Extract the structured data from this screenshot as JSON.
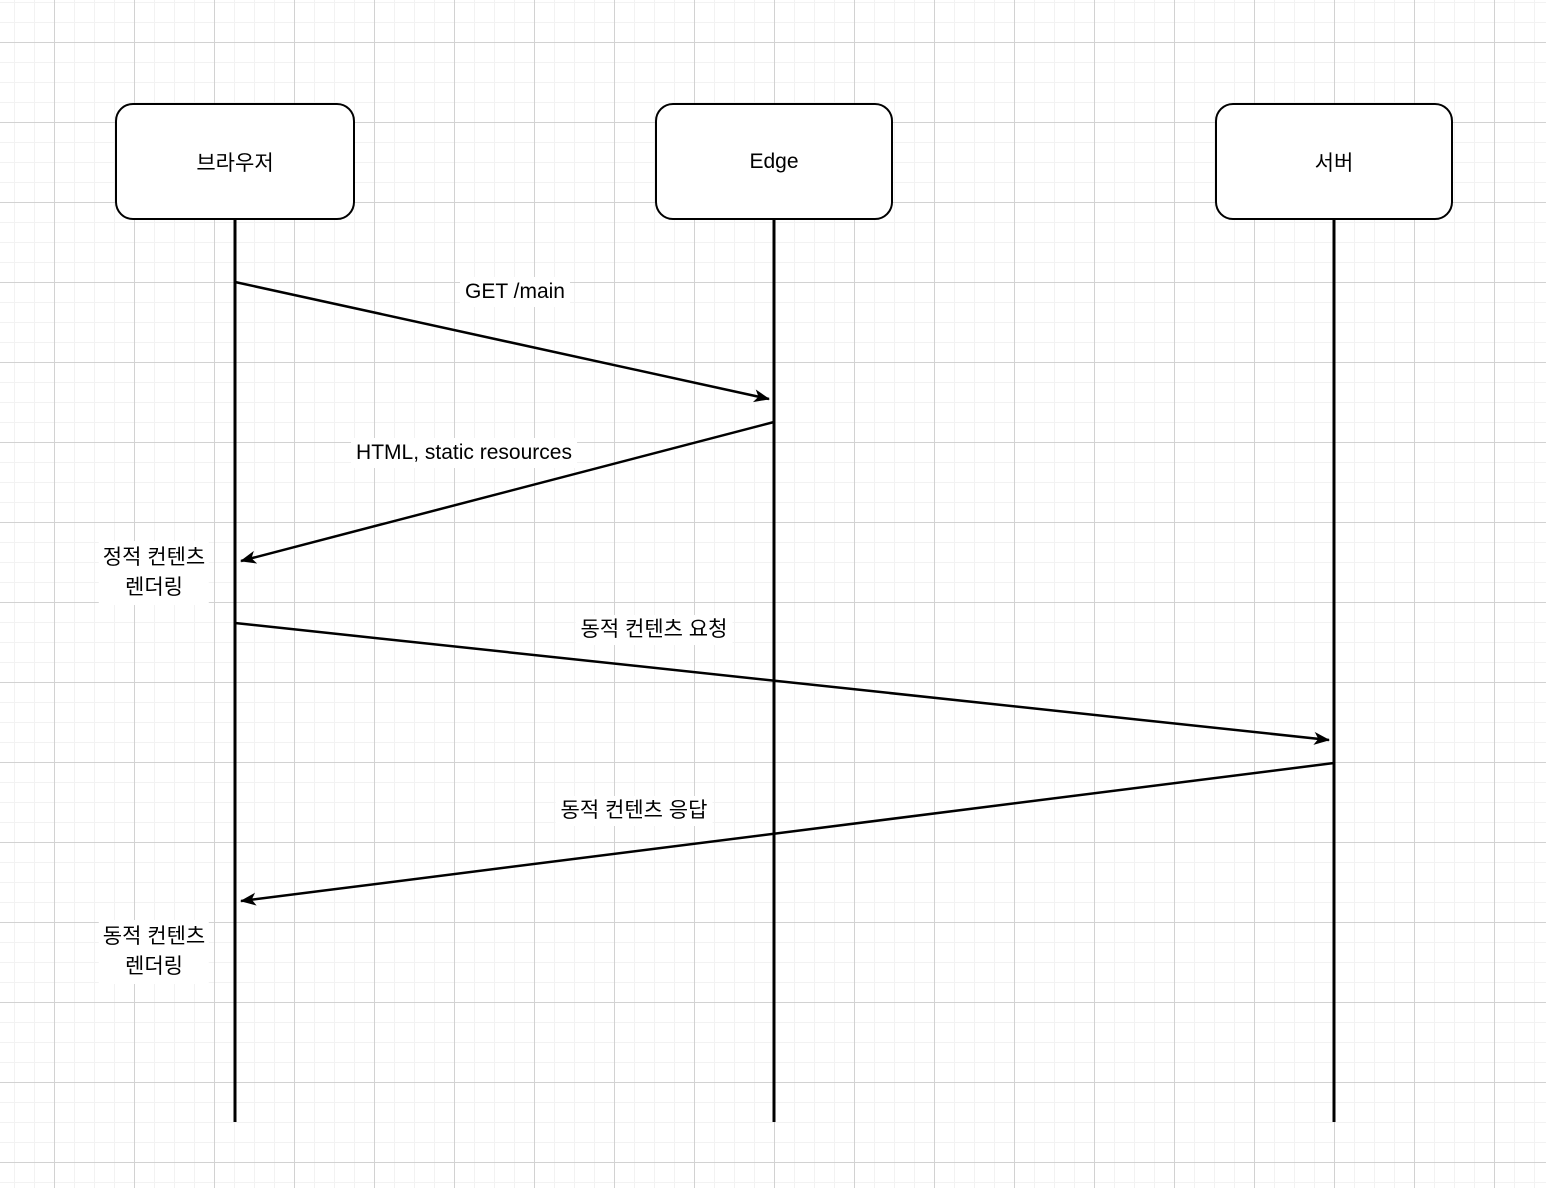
{
  "diagram": {
    "type": "sequence-diagram",
    "actors": [
      {
        "id": "browser",
        "label": "브라우저"
      },
      {
        "id": "edge",
        "label": "Edge"
      },
      {
        "id": "server",
        "label": "서버"
      }
    ],
    "messages": [
      {
        "label": "GET /main",
        "from": "browser",
        "to": "edge"
      },
      {
        "label": "HTML, static resources",
        "from": "edge",
        "to": "browser"
      },
      {
        "label": "동적 컨텐츠 요청",
        "from": "browser",
        "to": "server"
      },
      {
        "label": "동적 컨텐츠 응답",
        "from": "server",
        "to": "browser"
      }
    ],
    "notes": [
      {
        "line1": "정적 컨텐츠",
        "line2": "렌더링",
        "attached_to": "browser"
      },
      {
        "line1": "동적 컨텐츠",
        "line2": "렌더링",
        "attached_to": "browser"
      }
    ],
    "colors": {
      "stroke": "#000000",
      "shape_fill": "#ffffff",
      "grid_minor": "#f2f2f2",
      "grid_major": "#d2d2d2",
      "background": "#ffffff"
    }
  }
}
